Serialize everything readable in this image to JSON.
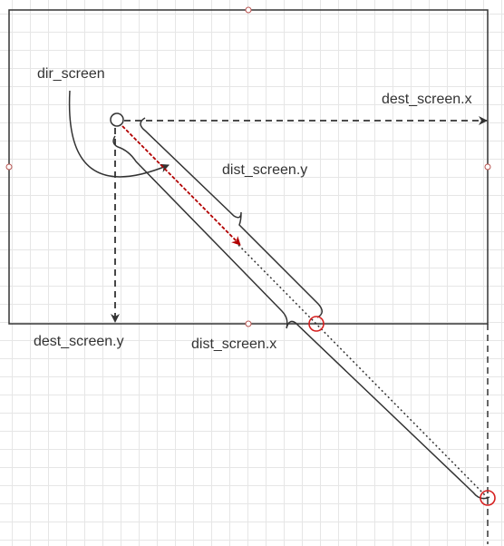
{
  "labels": {
    "dir_screen": "dir_screen",
    "dest_screen_x": "dest_screen.x",
    "dest_screen_y": "dest_screen.y",
    "dist_screen_y": "dist_screen.y",
    "dist_screen_x": "dist_screen.x"
  },
  "colors": {
    "line": "#333333",
    "highlight": "#b20000",
    "handle_border": "#b85450",
    "grid": "#e6e6e6"
  }
}
